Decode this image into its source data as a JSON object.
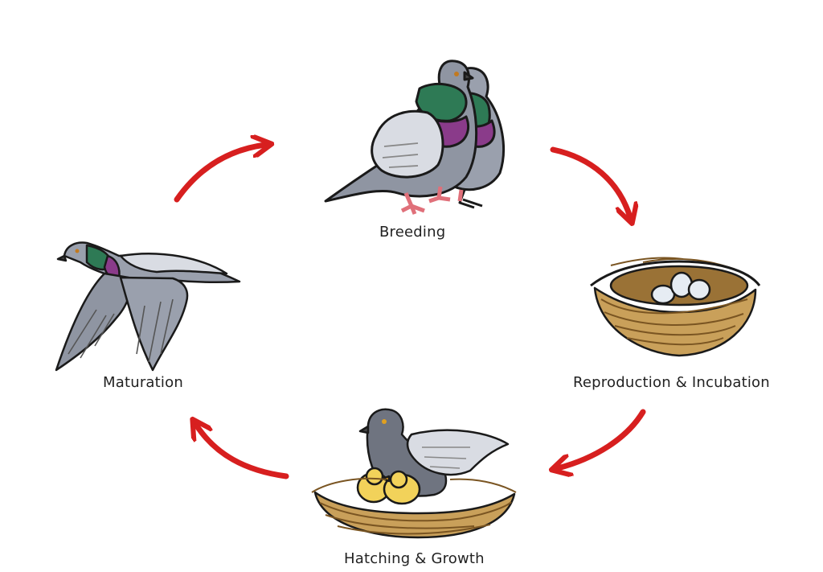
{
  "diagram": {
    "type": "life-cycle",
    "stages": [
      {
        "id": "breeding",
        "label": "Breeding",
        "icon": "pigeon-pair-icon"
      },
      {
        "id": "reproduction",
        "label": "Reproduction & Incubation",
        "icon": "nest-with-eggs-icon"
      },
      {
        "id": "hatching",
        "label": "Hatching & Growth",
        "icon": "pigeon-with-chicks-icon"
      },
      {
        "id": "maturation",
        "label": "Maturation",
        "icon": "flying-pigeon-icon"
      }
    ],
    "arrows": [
      {
        "from": "breeding",
        "to": "reproduction"
      },
      {
        "from": "reproduction",
        "to": "hatching"
      },
      {
        "from": "hatching",
        "to": "maturation"
      },
      {
        "from": "maturation",
        "to": "breeding"
      }
    ]
  },
  "colors": {
    "arrow": "#d71f1f",
    "outline": "#1a1a1a",
    "pigeon_gray": "#9aa0ad",
    "pigeon_dark": "#6f7480",
    "wing_light": "#d9dce3",
    "neck_green": "#2e7a55",
    "neck_purple": "#8a3b8a",
    "feet": "#e0707a",
    "nest": "#c9a05a",
    "nest_dark": "#9a7236",
    "egg": "#e6ecf3",
    "chick": "#f2d25a"
  }
}
